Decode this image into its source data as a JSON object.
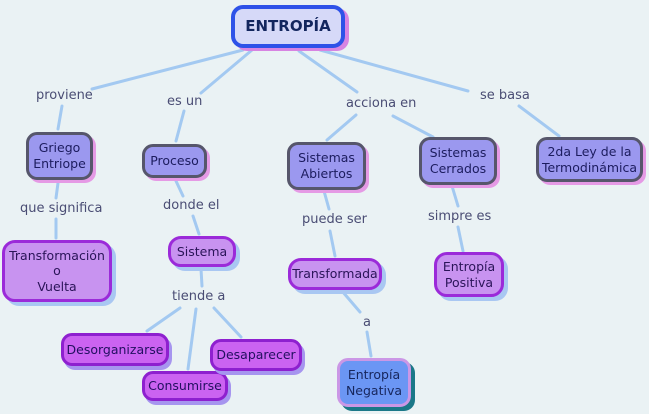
{
  "diagram": {
    "type": "concept-map",
    "topic": "ENTROPÍA"
  },
  "nodes": {
    "entropia": "ENTROPÍA",
    "griego_entriope": "Griego\nEntriope",
    "proceso": "Proceso",
    "sistemas_abiertos": "Sistemas\nAbiertos",
    "sistemas_cerrados": "Sistemas\nCerrados",
    "segunda_ley": "2da Ley de la\nTermodinámica",
    "transformacion": "Transformación\no\nVuelta",
    "sistema": "Sistema",
    "transformada": "Transformada",
    "entropia_positiva": "Entropía\nPositiva",
    "desorganizarse": "Desorganizarse",
    "consumirse": "Consumirse",
    "desaparecer": "Desaparecer",
    "entropia_negativa": "Entropía\nNegativa"
  },
  "edge_labels": {
    "proviene": "proviene",
    "es_un": "es un",
    "acciona_en": "acciona en",
    "se_basa": "se basa",
    "que_significa": "que significa",
    "donde_el": "donde el",
    "puede_ser": "puede ser",
    "simpre_es": "simpre es",
    "tiende_a": "tiende a",
    "a": "a"
  },
  "colors": {
    "background": "#eaf2f4",
    "connector_line": "#a3c9f1",
    "edge_label_text": "#4a4d74",
    "title_fill": "#d6d9f8",
    "title_border": "#2e52e8",
    "level1_fill": "#9b98ef",
    "level1_border": "#56566b",
    "level1_shadow": "#e59ae5",
    "level2_fill": "#c893f0",
    "level2_border": "#9b2ad9",
    "level2_shadow": "#a9c7f2",
    "level3_fill": "#cb63f1",
    "level3_border": "#8e20cf",
    "negative_fill": "#6b96f4",
    "negative_border": "#cb97e6",
    "negative_shadow": "#1b7888",
    "node_text": "#1c1c5e"
  }
}
